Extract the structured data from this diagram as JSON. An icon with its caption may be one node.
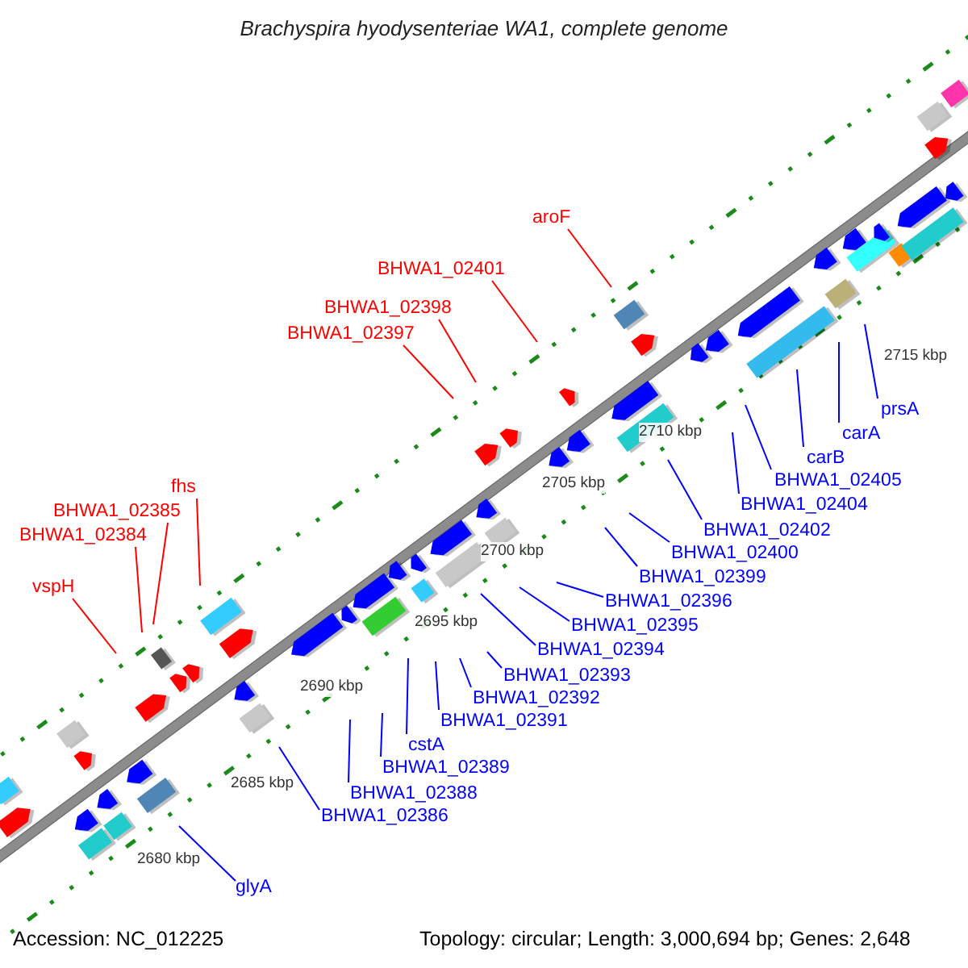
{
  "diagram": {
    "title": "Brachyspira hyodysenteriae WA1, complete genome",
    "nodes": [
      {
        "text": [
          "aroF"
        ]
      },
      {
        "text": [
          "BHWA1_02401"
        ]
      },
      {
        "text": [
          "BHWA1_02398"
        ]
      },
      {
        "text": [
          "BHWA1_02397"
        ]
      },
      {
        "text": [
          "prsA"
        ]
      },
      {
        "text": [
          "carA"
        ]
      },
      {
        "text": [
          "carB"
        ]
      },
      {
        "text": [
          "BHWA1_02405"
        ]
      },
      {
        "text": [
          "fhs"
        ]
      },
      {
        "text": [
          "BHWA1_02404"
        ]
      },
      {
        "text": [
          "BHWA1_02385"
        ]
      },
      {
        "text": [
          "BHWA1_02402"
        ]
      },
      {
        "text": [
          "BHWA1_02384"
        ]
      },
      {
        "text": [
          "BHWA1_02400"
        ]
      },
      {
        "text": [
          "BHWA1_02399"
        ]
      },
      {
        "text": [
          "vspH"
        ]
      },
      {
        "text": [
          "BHWA1_02396"
        ]
      },
      {
        "text": [
          "BHWA1_02395"
        ]
      },
      {
        "text": [
          "BHWA1_02394"
        ]
      },
      {
        "text": [
          "BHWA1_02393"
        ]
      },
      {
        "text": [
          "BHWA1_02392"
        ]
      },
      {
        "text": [
          "BHWA1_02391"
        ]
      },
      {
        "text": [
          "cstA"
        ]
      },
      {
        "text": [
          "BHWA1_02389"
        ]
      },
      {
        "text": [
          "BHWA1_02388"
        ]
      },
      {
        "text": [
          "BHWA1_02386"
        ]
      },
      {
        "text": [
          "glyA"
        ]
      }
    ],
    "edges": [
      {
        "from": 0,
        "to": null,
        "arrow": "none",
        "color": "#ff0000"
      },
      {
        "from": 1,
        "to": null,
        "arrow": "none",
        "color": "#ff0000"
      },
      {
        "from": 2,
        "to": null,
        "arrow": "none",
        "color": "#ff0000"
      },
      {
        "from": 3,
        "to": null,
        "arrow": "none",
        "color": "#ff0000"
      },
      {
        "from": 4,
        "to": null,
        "arrow": "none"
      },
      {
        "from": 5,
        "to": null,
        "arrow": "none"
      },
      {
        "from": 6,
        "to": null,
        "arrow": "none"
      },
      {
        "from": 7,
        "to": null,
        "arrow": "none"
      },
      {
        "from": 8,
        "to": null,
        "arrow": "none",
        "color": "#ff0000"
      },
      {
        "from": 9,
        "to": null,
        "arrow": "none"
      },
      {
        "from": 10,
        "to": null,
        "arrow": "none",
        "color": "#ff0000"
      },
      {
        "from": 11,
        "to": null,
        "arrow": "none"
      },
      {
        "from": 12,
        "to": null,
        "arrow": "none",
        "color": "#ff0000"
      },
      {
        "from": 13,
        "to": null,
        "arrow": "none"
      },
      {
        "from": 14,
        "to": null,
        "arrow": "none"
      },
      {
        "from": 15,
        "to": null,
        "arrow": "none",
        "color": "#ff0000"
      },
      {
        "from": 16,
        "to": null,
        "arrow": "none"
      },
      {
        "from": 17,
        "to": null,
        "arrow": "none"
      },
      {
        "from": 18,
        "to": null,
        "arrow": "none"
      },
      {
        "from": 19,
        "to": null,
        "arrow": "none"
      },
      {
        "from": 20,
        "to": null,
        "arrow": "none"
      },
      {
        "from": 21,
        "to": null,
        "arrow": "none"
      },
      {
        "from": 22,
        "to": null,
        "arrow": "none"
      },
      {
        "from": 23,
        "to": null,
        "arrow": "none"
      },
      {
        "from": 24,
        "to": null,
        "arrow": "none"
      },
      {
        "from": 25,
        "to": null,
        "arrow": "none"
      },
      {
        "from": 26,
        "to": null,
        "arrow": "none"
      }
    ],
    "labels": [
      "2715 kbp",
      "2710 kbp",
      "2705 kbp",
      "2700 kbp",
      "2695 kbp",
      "2690 kbp",
      "2685 kbp",
      "2680 kbp",
      "Accession: NC_012225",
      "Topology: circular; Length: 3,000,694 bp; Genes: 2,648"
    ]
  }
}
